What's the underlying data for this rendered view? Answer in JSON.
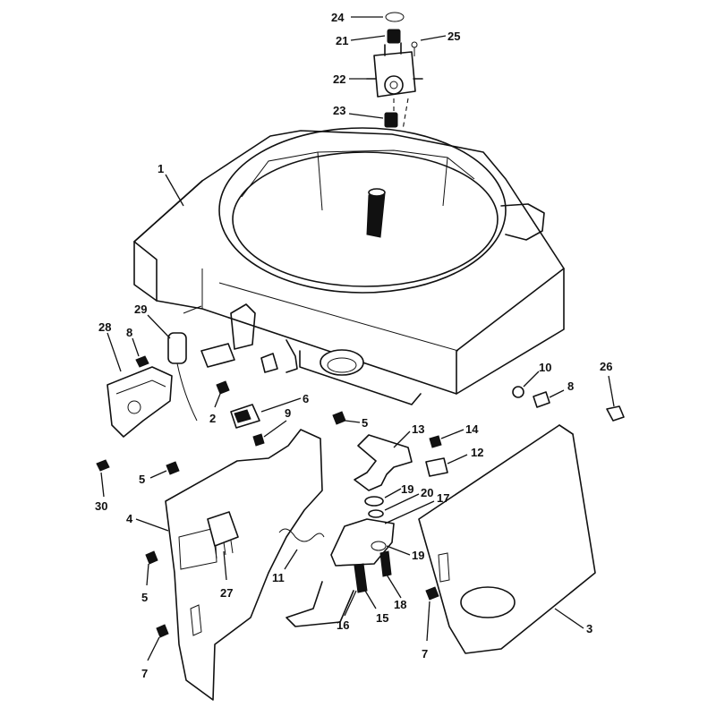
{
  "callouts": [
    {
      "id": "c1",
      "label": "1"
    },
    {
      "id": "c2",
      "label": "2"
    },
    {
      "id": "c3",
      "label": "3"
    },
    {
      "id": "c4",
      "label": "4"
    },
    {
      "id": "c5a",
      "label": "5"
    },
    {
      "id": "c5b",
      "label": "5"
    },
    {
      "id": "c5c",
      "label": "5"
    },
    {
      "id": "c6",
      "label": "6"
    },
    {
      "id": "c7a",
      "label": "7"
    },
    {
      "id": "c7b",
      "label": "7"
    },
    {
      "id": "c8a",
      "label": "8"
    },
    {
      "id": "c8b",
      "label": "8"
    },
    {
      "id": "c9",
      "label": "9"
    },
    {
      "id": "c10",
      "label": "10"
    },
    {
      "id": "c11",
      "label": "11"
    },
    {
      "id": "c12",
      "label": "12"
    },
    {
      "id": "c13",
      "label": "13"
    },
    {
      "id": "c14",
      "label": "14"
    },
    {
      "id": "c15",
      "label": "15"
    },
    {
      "id": "c16",
      "label": "16"
    },
    {
      "id": "c17",
      "label": "17"
    },
    {
      "id": "c18",
      "label": "18"
    },
    {
      "id": "c19a",
      "label": "19"
    },
    {
      "id": "c19b",
      "label": "19"
    },
    {
      "id": "c20",
      "label": "20"
    },
    {
      "id": "c21",
      "label": "21"
    },
    {
      "id": "c22",
      "label": "22"
    },
    {
      "id": "c23",
      "label": "23"
    },
    {
      "id": "c24",
      "label": "24"
    },
    {
      "id": "c25",
      "label": "25"
    },
    {
      "id": "c26",
      "label": "26"
    },
    {
      "id": "c27",
      "label": "27"
    },
    {
      "id": "c28",
      "label": "28"
    },
    {
      "id": "c29",
      "label": "29"
    },
    {
      "id": "c30",
      "label": "30"
    }
  ]
}
